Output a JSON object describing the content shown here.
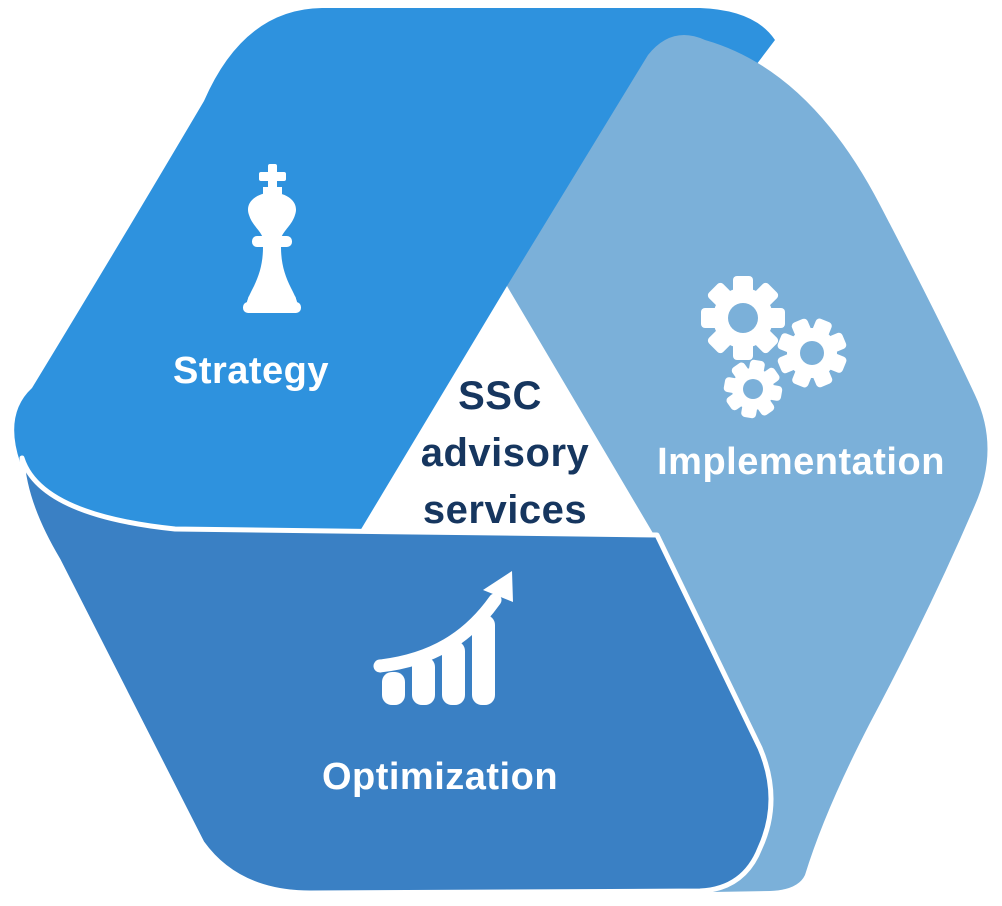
{
  "diagram": {
    "title": "SSC advisory services",
    "colors": {
      "strategy": "#2E92DE",
      "implementation": "#7BB0D9",
      "optimization": "#3A80C4",
      "center_text": "#16365F",
      "icon": "#FFFFFF",
      "seam": "#FFFFFF",
      "background": "#FFFFFF"
    },
    "center": {
      "line1": "SSC",
      "line2": "advisory",
      "line3": "services"
    },
    "sections": [
      {
        "label": "Strategy",
        "icon": "chess-king-icon",
        "color": "#2E92DE"
      },
      {
        "label": "Implementation",
        "icon": "gears-icon",
        "color": "#7BB0D9"
      },
      {
        "label": "Optimization",
        "icon": "growth-chart-icon",
        "color": "#3A80C4"
      }
    ]
  }
}
